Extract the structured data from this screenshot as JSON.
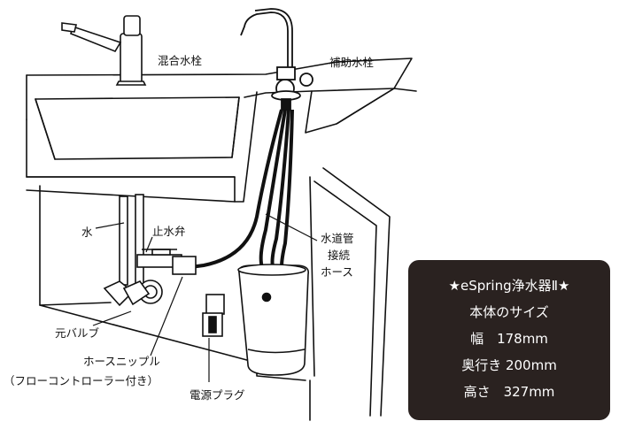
{
  "labels": {
    "mixing_faucet": "混合水栓",
    "aux_faucet": "補助水栓",
    "water": "水",
    "stop_valve": "止水弁",
    "hose_line1": "水道管",
    "hose_line2": "接続",
    "hose_line3": "ホース",
    "main_valve": "元バルブ",
    "hose_nipple": "ホースニップル",
    "flow_controller": "（フローコントローラー付き）",
    "power_plug": "電源プラグ"
  },
  "spec": {
    "title": "★eSpring浄水器Ⅱ★",
    "subtitle": "本体のサイズ",
    "width": "幅　178mm",
    "depth": "奥行き 200mm",
    "height": "高さ　327mm"
  },
  "colors": {
    "line": "#111111",
    "spec_box": "#2a2220",
    "spec_text": "#ffffff"
  }
}
